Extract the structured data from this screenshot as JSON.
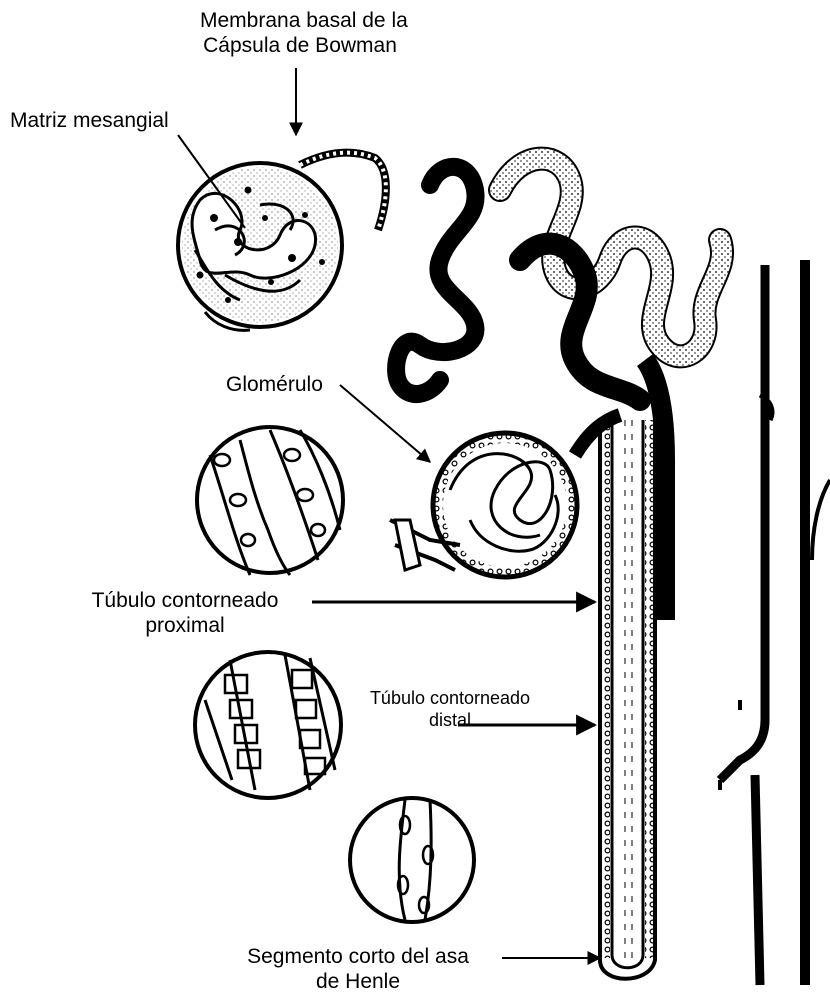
{
  "labels": {
    "membrana_line1": "Membrana basal de la",
    "membrana_line2": "Cápsula de Bowman",
    "matriz": "Matriz mesangial",
    "glomerulo": "Glomérulo",
    "proximal_line1": "Túbulo contorneado",
    "proximal_line2": "proximal",
    "distal_line1": "Túbulo contorneado",
    "distal_line2": "distal",
    "henle_line1": "Segmento corto del asa",
    "henle_line2": "de Henle"
  },
  "colors": {
    "ink": "#000000",
    "paper": "#ffffff"
  }
}
